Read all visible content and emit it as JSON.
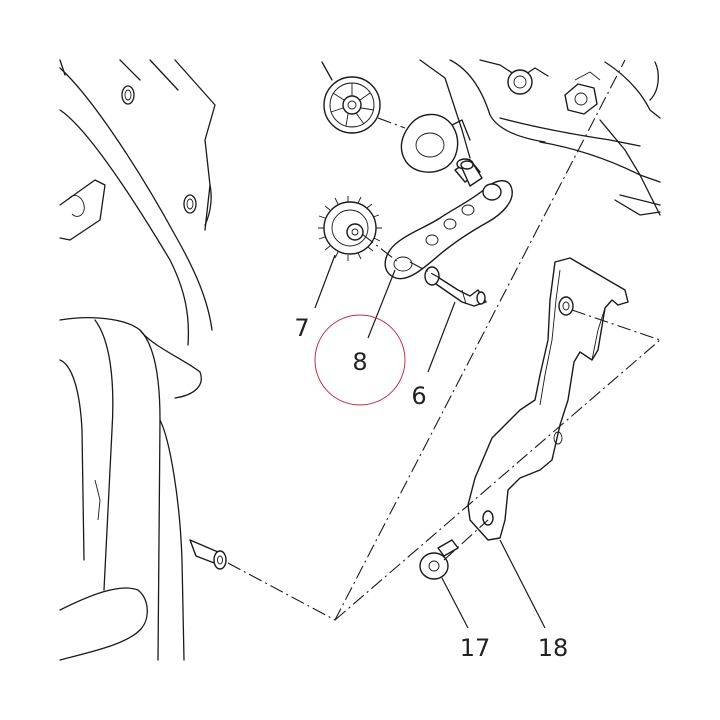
{
  "callouts": [
    {
      "id": "6",
      "label": "6"
    },
    {
      "id": "7",
      "label": "7"
    },
    {
      "id": "8",
      "label": "8"
    },
    {
      "id": "17",
      "label": "17"
    },
    {
      "id": "18",
      "label": "18"
    }
  ],
  "highlight": {
    "target": "8",
    "color": "#c0304a"
  },
  "colors": {
    "line": "#1a1a1a",
    "text": "#222222",
    "background": "#ffffff"
  }
}
